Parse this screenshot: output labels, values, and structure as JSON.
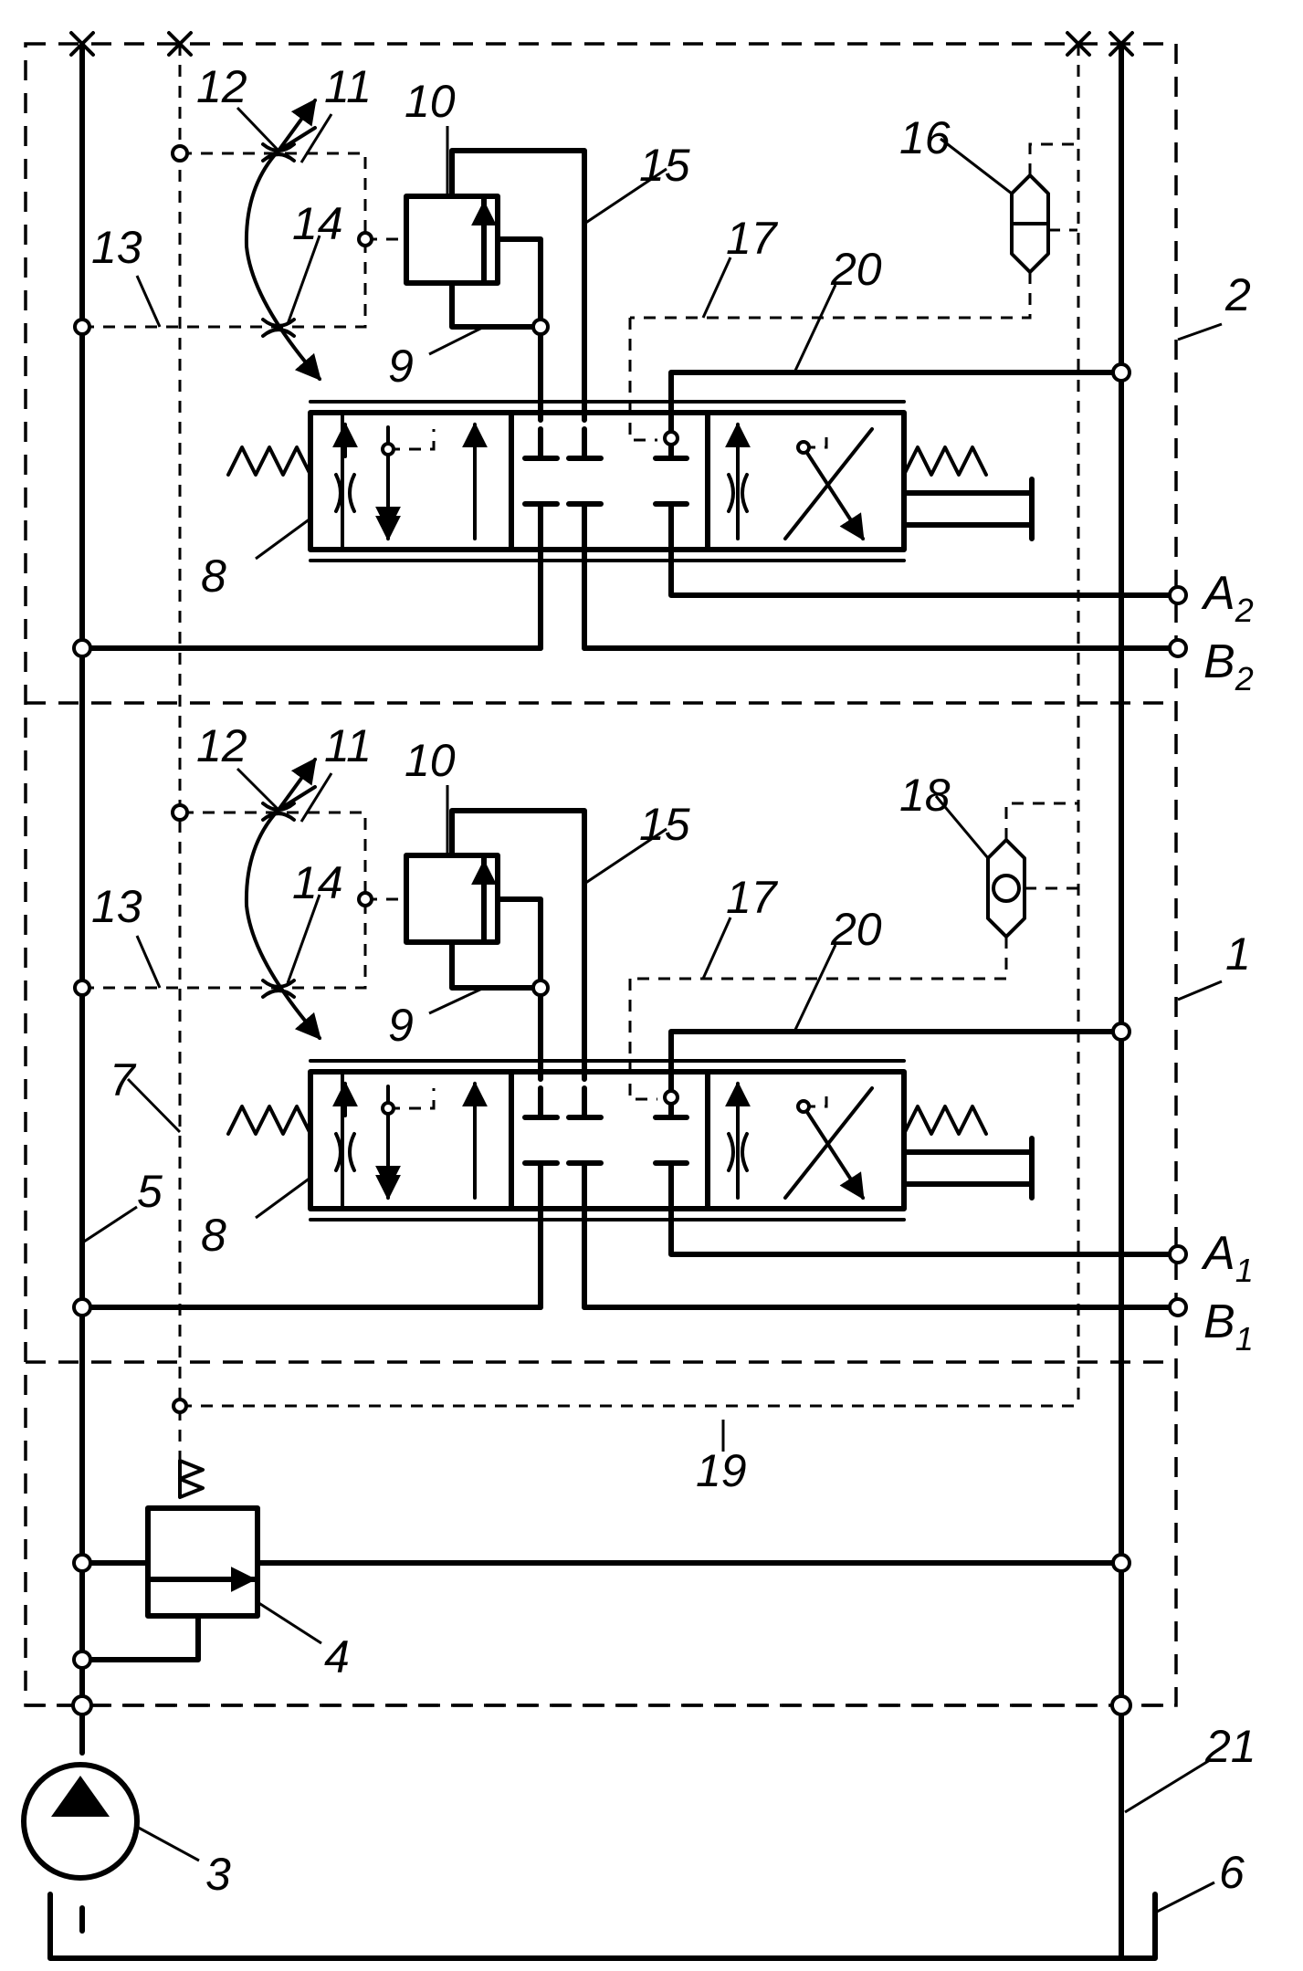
{
  "labels": {
    "block_top": [
      "12",
      "11",
      "10",
      "15",
      "16",
      "13",
      "14",
      "17",
      "20",
      "2",
      "9",
      "8"
    ],
    "block_bottom": [
      "12",
      "11",
      "10",
      "15",
      "18",
      "13",
      "14",
      "17",
      "20",
      "1",
      "9",
      "7",
      "5",
      "8"
    ],
    "general": [
      "19",
      "4",
      "3",
      "21",
      "6"
    ]
  },
  "ports": {
    "a2": {
      "letter": "A",
      "sub": "2"
    },
    "b2": {
      "letter": "B",
      "sub": "2"
    },
    "a1": {
      "letter": "A",
      "sub": "1"
    },
    "b1": {
      "letter": "B",
      "sub": "1"
    }
  }
}
